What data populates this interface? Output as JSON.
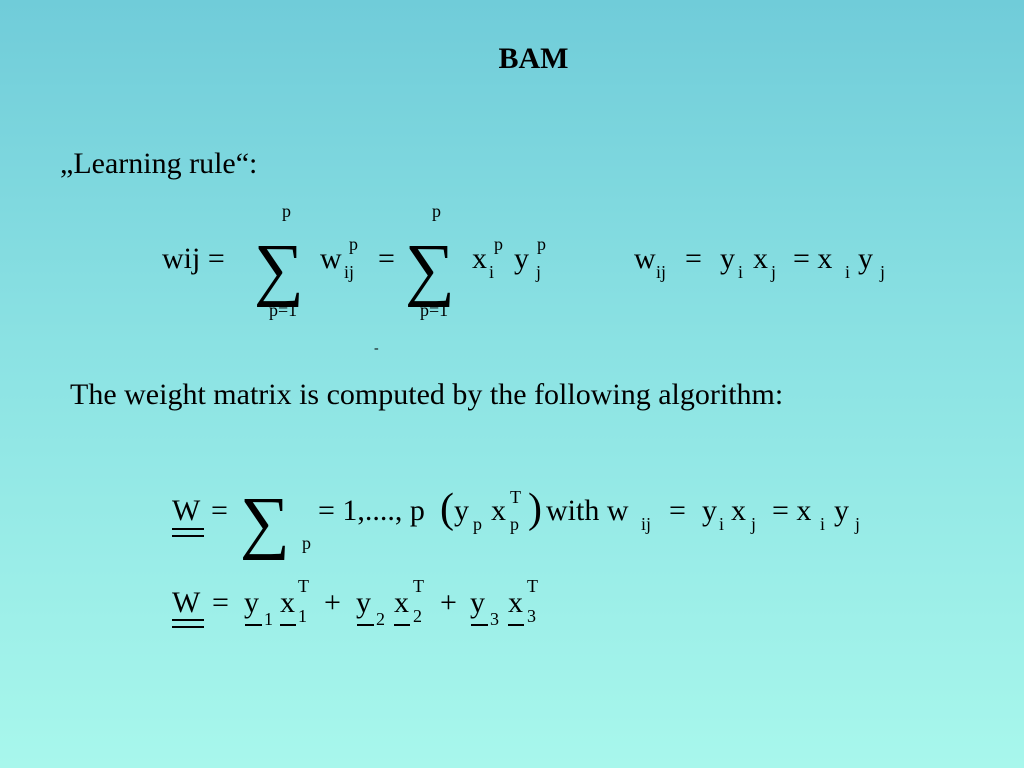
{
  "slide": {
    "title": "BAM",
    "learning_rule_label": "„Learning rule“:",
    "algorithm_text": "The weight matrix is computed by the following algorithm:",
    "stray_mark": "-"
  },
  "formula1": {
    "lhs": "wij =",
    "sum1_upper": "p",
    "sum1_lower": "p=1",
    "w": "w",
    "w_sup": "p",
    "w_sub": "ij",
    "eq2": "=",
    "sum2_upper": "p",
    "sum2_lower": "p=1",
    "x": "x",
    "x_sup": "p",
    "x_sub": "i",
    "y": "y",
    "y_sup": "p",
    "y_sub": "j"
  },
  "formula2": {
    "w": "w",
    "w_sub": "ij",
    "eq1": "=",
    "y": "y",
    "y_sub": "i",
    "x": "x",
    "x_sub": "j",
    "eq2": "= x",
    "x2_sub": "i",
    "y2": "y",
    "y2_sub": "j"
  },
  "formula3": {
    "W": "W",
    "eq": "=",
    "sigma_sub": "p",
    "range": "= 1,...., p",
    "y": "y",
    "y_sub": "p",
    "x": "x",
    "x_sup": "T",
    "x_sub": "p",
    "with": "with w",
    "w_sub": "ij",
    "eq2": "=",
    "y2": "y",
    "y2_sub": "i",
    "x2": "x",
    "x2_sub": "j",
    "eq3": "= x",
    "x3_sub": "i",
    "y3": "y",
    "y3_sub": "j"
  },
  "formula4": {
    "W": "W",
    "eq": "=",
    "y1": "y",
    "y1_sub": "1",
    "x1": "x",
    "x1_sup": "T",
    "x1_sub": "1",
    "plus1": "+",
    "y2": "y",
    "y2_sub": "2",
    "x2": "x",
    "x2_sup": "T",
    "x2_sub": "2",
    "plus2": "+",
    "y3": "y",
    "y3_sub": "3",
    "x3": "x",
    "x3_sup": "T",
    "x3_sub": "3"
  }
}
